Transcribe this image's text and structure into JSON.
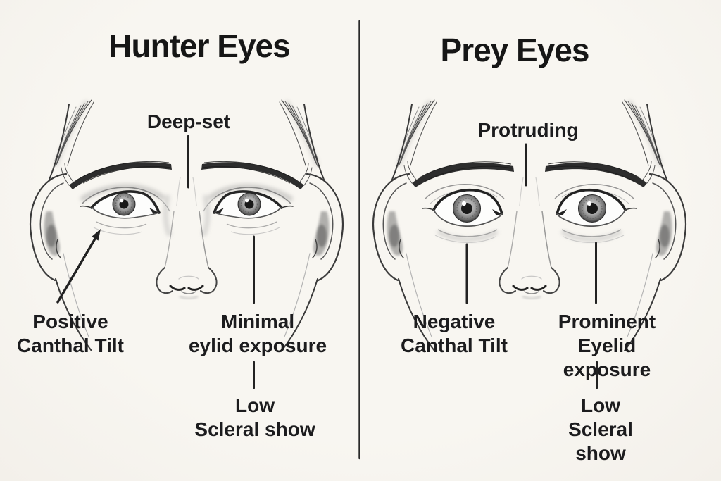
{
  "diagram": {
    "background_color": "#f7f5f0",
    "ink_color": "#1c1c1e",
    "sketch_color": "#4a4a4a",
    "divider_color": "#2a2a2a"
  },
  "panels": [
    {
      "id": "hunter",
      "title": "Hunter Eyes",
      "labels": {
        "feature_top": "Deep-set",
        "canthal": "Positive\nCanthal Tilt",
        "eyelid": "Minimal\neylid exposure",
        "scleral": "Low\nScleral show"
      }
    },
    {
      "id": "prey",
      "title": "Prey Eyes",
      "labels": {
        "feature_top": "Protruding",
        "canthal": "Negative\nCanthal Tilt",
        "eyelid": "Prominent\nEyelid exposure",
        "scleral": "Low\nScleral show"
      }
    }
  ]
}
